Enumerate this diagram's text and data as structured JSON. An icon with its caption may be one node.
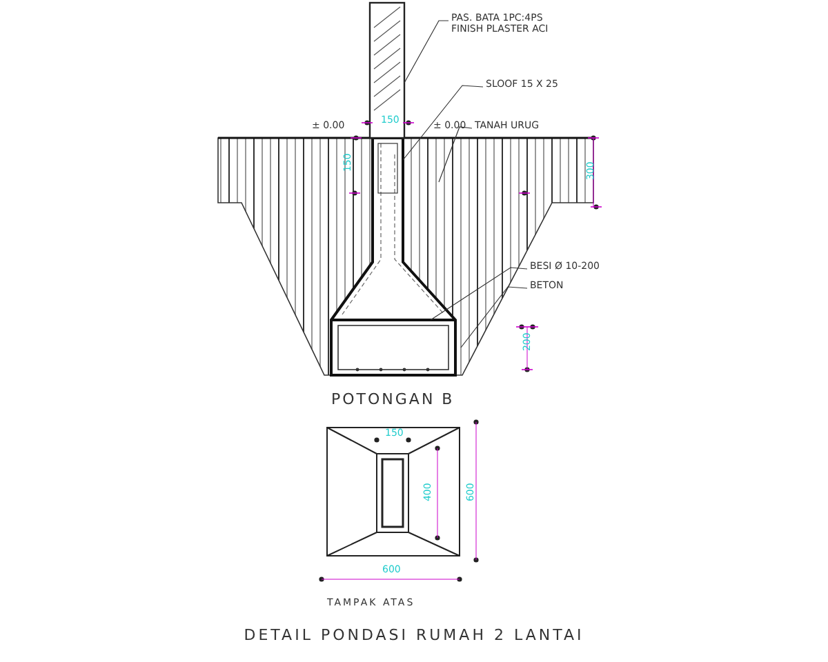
{
  "diagram": {
    "title": "DETAIL PONDASI RUMAH 2 LANTAI",
    "nodes": [
      {
        "text": [
          "PAS. BATA 1PC:4PS",
          "FINISH PLASTER ACI"
        ]
      },
      {
        "text": [
          "SLOOF 15 X 25"
        ]
      },
      {
        "text": [
          "TANAH URUG"
        ]
      },
      {
        "text": [
          "BESI Ø 10-200"
        ]
      },
      {
        "text": [
          "BETON"
        ]
      },
      {
        "text": [],
        "shape": "box"
      }
    ],
    "edges": [
      {
        "from": 0,
        "to": 5,
        "arrow": "none"
      },
      {
        "from": 1,
        "to": null,
        "arrow": "none"
      },
      {
        "from": 2,
        "to": null,
        "arrow": "none"
      },
      {
        "from": 3,
        "to": null,
        "arrow": "none"
      },
      {
        "from": 4,
        "to": null,
        "arrow": "none"
      }
    ],
    "labels": [
      "± 0.00",
      "± 0.00",
      "150",
      "150",
      "300",
      "200",
      "POTONGAN B",
      "150",
      "400",
      "600",
      "600",
      "TAMPAK ATAS"
    ]
  }
}
